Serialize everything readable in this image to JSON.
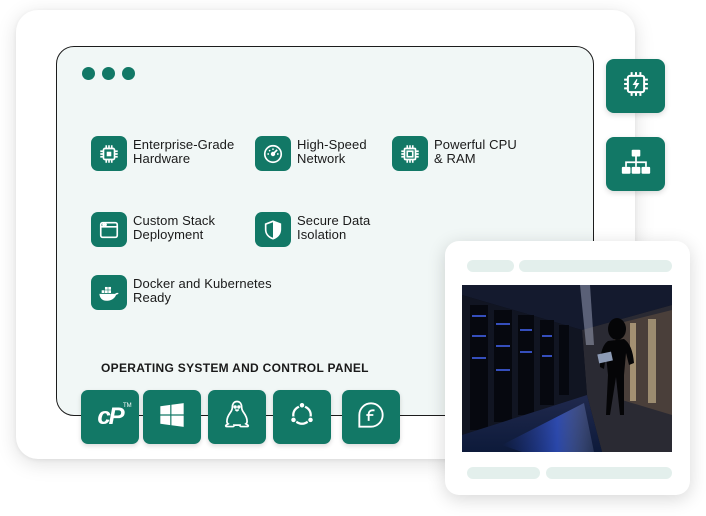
{
  "features": [
    {
      "id": "enterprise-grade-hardware",
      "icon": "chip-icon",
      "label": "Enterprise-Grade\nHardware"
    },
    {
      "id": "high-speed-network",
      "icon": "speedometer-icon",
      "label": "High-Speed\nNetwork"
    },
    {
      "id": "powerful-cpu-ram",
      "icon": "cpu-icon",
      "label": "Powerful CPU\n& RAM"
    },
    {
      "id": "custom-stack-deployment",
      "icon": "browser-window-icon",
      "label": "Custom Stack\nDeployment"
    },
    {
      "id": "secure-data-isolation",
      "icon": "shield-icon",
      "label": "Secure Data\nIsolation"
    },
    {
      "id": "docker-kubernetes-ready",
      "icon": "docker-icon",
      "label": "Docker and Kubernetes\nReady"
    }
  ],
  "os_panel": {
    "title": "OPERATING SYSTEM AND CONTROL PANEL",
    "items": [
      {
        "name": "cPanel",
        "icon": "cpanel-icon",
        "logo_text": "cP",
        "trademark": "TM"
      },
      {
        "name": "Windows",
        "icon": "windows-icon"
      },
      {
        "name": "Linux",
        "icon": "linux-tux-icon"
      },
      {
        "name": "Ubuntu",
        "icon": "ubuntu-icon"
      },
      {
        "name": "Fedora",
        "icon": "fedora-icon"
      }
    ]
  },
  "side_icons": [
    {
      "name": "processor",
      "icon": "processor-bolt-icon"
    },
    {
      "name": "network",
      "icon": "network-hierarchy-icon"
    }
  ],
  "photo": {
    "description_icon": "datacenter-photo"
  },
  "colors": {
    "accent": "#127866",
    "panel_bg": "#f1f7f6",
    "pill": "#e3efec"
  }
}
